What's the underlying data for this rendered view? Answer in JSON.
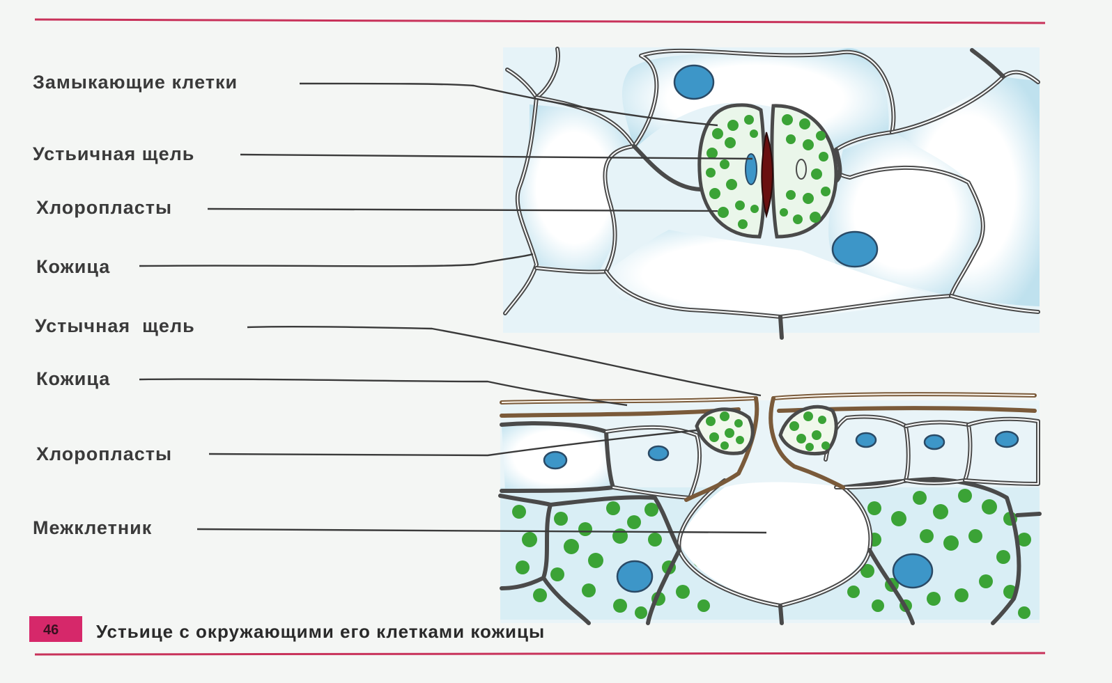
{
  "labels": {
    "guard_cells": "Замыкающие клетки",
    "stomatal_pore_top": "Устьичная щель",
    "chloroplasts_top": "Хлоропласты",
    "epidermis_top": "Кожица",
    "stomatal_pore_bottom": "Устычная  щель",
    "epidermis_bottom": "Кожица",
    "chloroplasts_bottom": "Хлоропласты",
    "intercellular_space": "Межклетник"
  },
  "caption": {
    "figure_number": "46",
    "text": "Устьице с окружающими его клетками кожицы"
  },
  "colors": {
    "rule": "#c8325a",
    "badge": "#d6286a",
    "chloroplast": "#3ba336",
    "nucleus": "#3d96c8",
    "cell_fill": "#dbeef6"
  }
}
